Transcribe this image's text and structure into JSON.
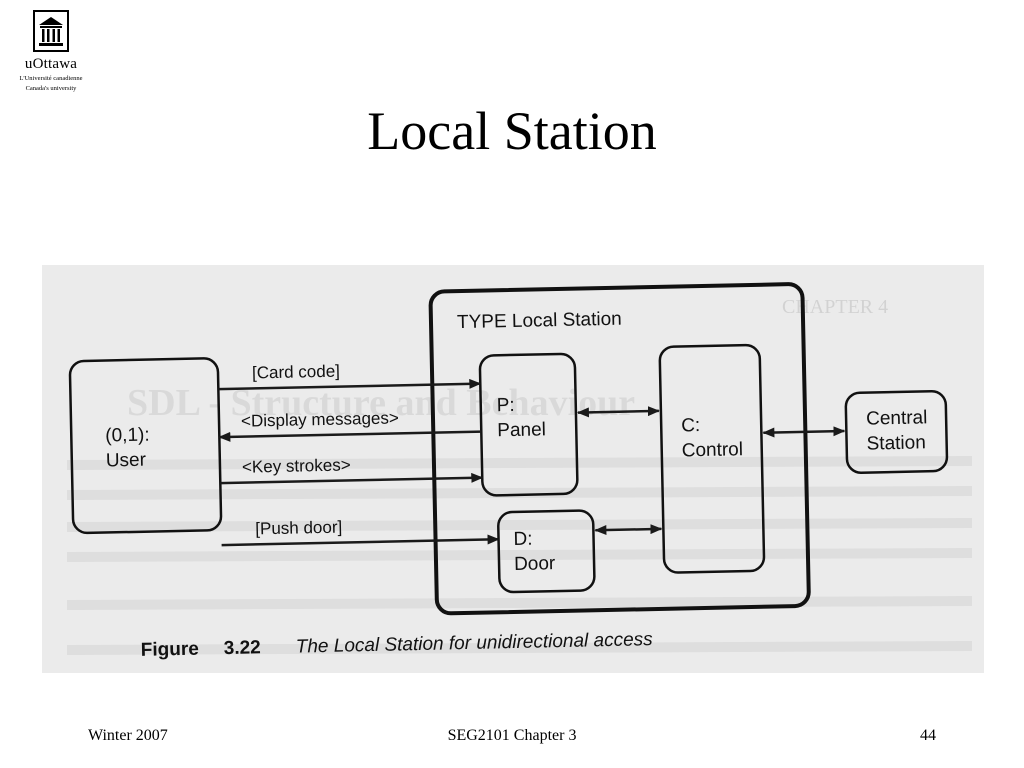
{
  "logo": {
    "name": "uOttawa",
    "tagline_line1": "L'Université canadienne",
    "tagline_line2": "Canada's university"
  },
  "slide": {
    "title": "Local Station"
  },
  "figure": {
    "type_label": "TYPE Local Station",
    "user_line1": "(0,1):",
    "user_line2": "User",
    "panel_line1": "P:",
    "panel_line2": "Panel",
    "door_line1": "D:",
    "door_line2": "Door",
    "control_line1": "C:",
    "control_line2": "Control",
    "central_line1": "Central",
    "central_line2": "Station",
    "signal_card_code": "[Card code]",
    "signal_display": "<Display messages>",
    "signal_key": "<Key strokes>",
    "signal_push": "[Push door]",
    "caption_figure": "Figure",
    "caption_number": "3.22",
    "caption_text": "The Local Station for unidirectional access",
    "bleed_heading": "SDL - Structure and Behaviour",
    "bleed_chapter": "CHAPTER 4"
  },
  "footer": {
    "left": "Winter 2007",
    "center": "SEG2101 Chapter 3",
    "right": "44"
  }
}
